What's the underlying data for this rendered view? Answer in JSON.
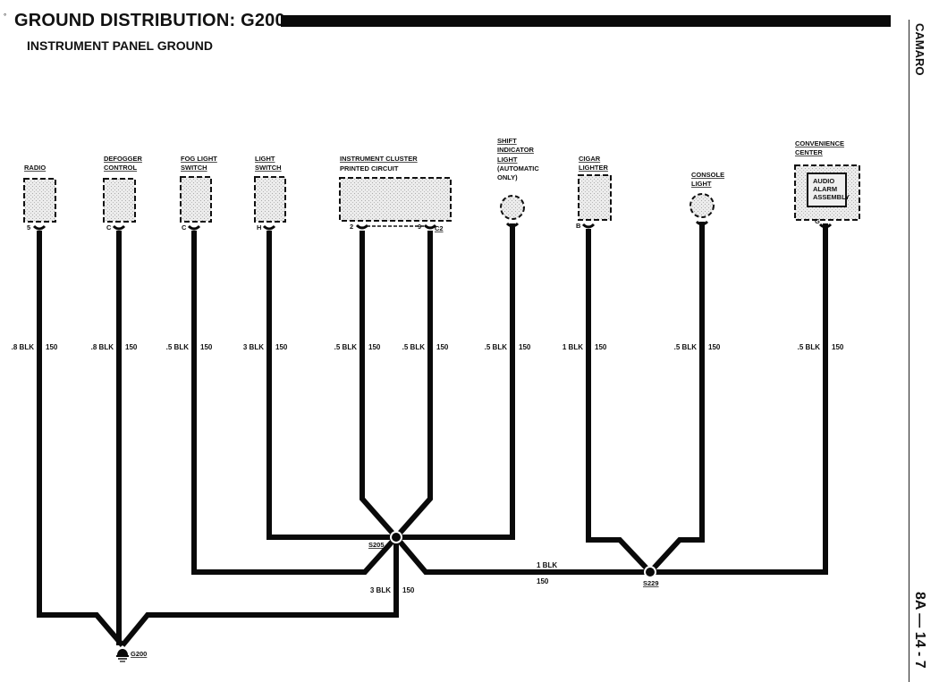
{
  "header": {
    "title": "GROUND DISTRIBUTION: G200",
    "subtitle": "INSTRUMENT PANEL GROUND",
    "side_top": "CAMARO",
    "side_bottom": "8A — 14 - 7"
  },
  "components": [
    {
      "id": "radio",
      "label_lines": [
        "RADIO"
      ],
      "pin": "5",
      "wire_gauge": ".8 BLK",
      "circuit": "150",
      "shape": "box"
    },
    {
      "id": "defogger",
      "label_lines": [
        "DEFOGGER",
        "CONTROL"
      ],
      "pin": "C",
      "wire_gauge": ".8 BLK",
      "circuit": "150",
      "shape": "box"
    },
    {
      "id": "fog-light-switch",
      "label_lines": [
        "FOG LIGHT",
        "SWITCH"
      ],
      "pin": "C",
      "wire_gauge": ".5 BLK",
      "circuit": "150",
      "shape": "box"
    },
    {
      "id": "light-switch",
      "label_lines": [
        "LIGHT",
        "SWITCH"
      ],
      "pin": "H",
      "wire_gauge": "3 BLK",
      "circuit": "150",
      "shape": "box"
    },
    {
      "id": "instrument-cluster",
      "label_lines": [
        "INSTRUMENT CLUSTER",
        "PRINTED CIRCUIT"
      ],
      "pins": [
        "2",
        "9"
      ],
      "connector": "C2",
      "wire_gauges": [
        ".5 BLK",
        ".5 BLK"
      ],
      "circuit": "150",
      "shape": "wide-box"
    },
    {
      "id": "shift-indicator",
      "label_lines": [
        "SHIFT",
        "INDICATOR",
        "LIGHT",
        "(AUTOMATIC",
        "ONLY)"
      ],
      "pin": "",
      "wire_gauge": ".5 BLK",
      "circuit": "150",
      "shape": "circle"
    },
    {
      "id": "cigar-lighter",
      "label_lines": [
        "CIGAR",
        "LIGHTER"
      ],
      "pin": "B",
      "wire_gauge": "1 BLK",
      "circuit": "150",
      "shape": "box"
    },
    {
      "id": "console-light",
      "label_lines": [
        "CONSOLE",
        "LIGHT"
      ],
      "pin": "",
      "wire_gauge": ".5 BLK",
      "circuit": "150",
      "shape": "circle"
    },
    {
      "id": "convenience-center",
      "label_lines": [
        "CONVENIENCE",
        "CENTER"
      ],
      "inner_lines": [
        "AUDIO",
        "ALARM",
        "ASSEMBLY"
      ],
      "pin": "G",
      "wire_gauge": ".5 BLK",
      "circuit": "150",
      "shape": "nested-box"
    }
  ],
  "splices": [
    {
      "id": "S205",
      "label": "S205"
    },
    {
      "id": "S229",
      "label": "S229"
    }
  ],
  "ground": {
    "label": "G200"
  },
  "trunk_wires": [
    {
      "id": "s229-to-s205",
      "gauge": "1 BLK",
      "circuit": "150"
    },
    {
      "id": "s205-to-g200",
      "gauge": "3 BLK",
      "circuit": "150"
    }
  ]
}
